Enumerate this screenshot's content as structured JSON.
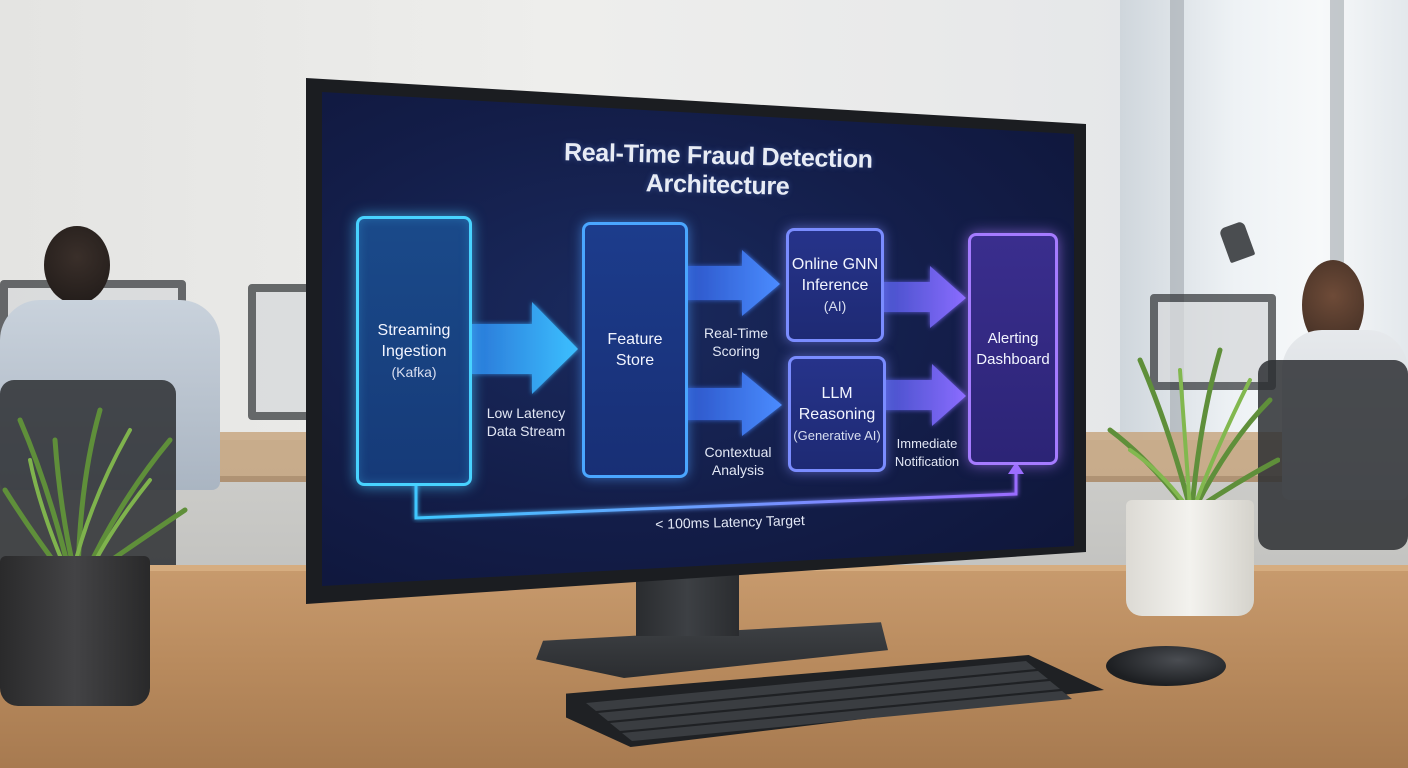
{
  "diagram": {
    "title": "Real-Time Fraud Detection Architecture",
    "nodes": {
      "ingestion": {
        "line1": "Streaming",
        "line2": "Ingestion",
        "sub": "(Kafka)"
      },
      "feature_store": {
        "line1": "Feature",
        "line2": "Store"
      },
      "gnn": {
        "line1": "Online GNN",
        "line2": "Inference",
        "sub": "(AI)"
      },
      "llm": {
        "line1": "LLM",
        "line2": "Reasoning",
        "sub": "(Generative AI)"
      },
      "alerting": {
        "line1": "Alerting",
        "line2": "Dashboard"
      }
    },
    "edge_labels": {
      "stream_line1": "Low Latency",
      "stream_line2": "Data Stream",
      "scoring_line1": "Real-Time",
      "scoring_line2": "Scoring",
      "context_line1": "Contextual",
      "context_line2": "Analysis",
      "notify_line1": "Immediate",
      "notify_line2": "Notification"
    },
    "footer": "< 100ms Latency Target"
  },
  "colors": {
    "screen_bg": "#131d48",
    "cyan": "#48d3ff",
    "blue": "#4aa6ff",
    "violet": "#a57bff"
  }
}
